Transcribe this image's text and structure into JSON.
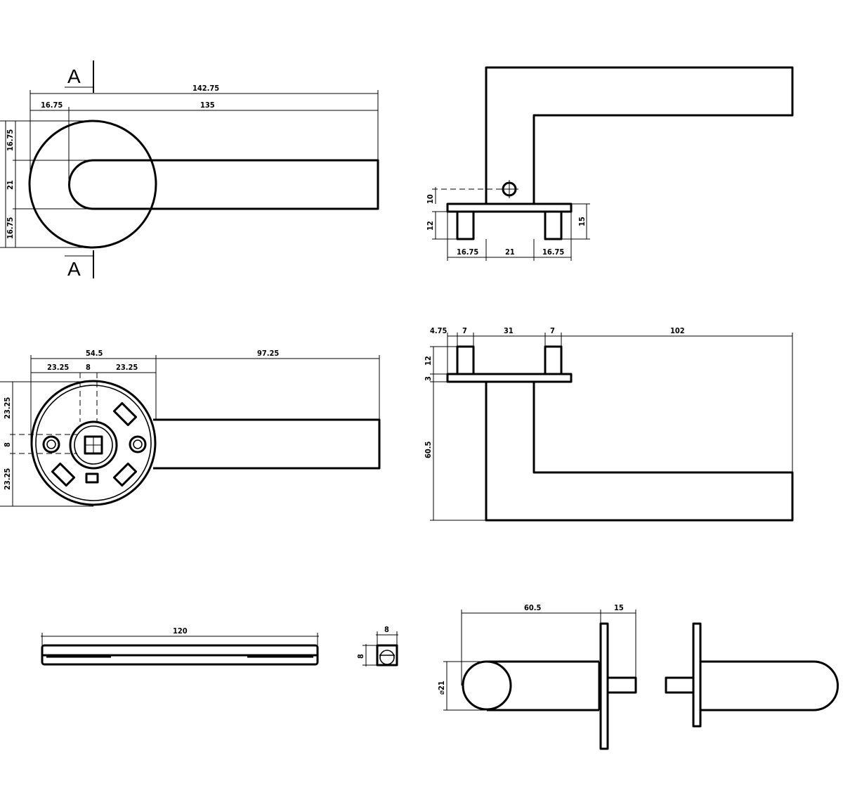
{
  "section_marker": "A",
  "front_view": {
    "overall": "142.75",
    "rose_offset": "16.75",
    "lever_length": "135",
    "v_top": "16.75",
    "v_mid": "21",
    "v_bottom": "16.75"
  },
  "side_view": {
    "hole_height": "10",
    "pin_height": "12",
    "pin_total": "15",
    "h_left": "16.75",
    "h_mid": "21",
    "h_right": "16.75"
  },
  "back_view": {
    "rose_width": "54.5",
    "lever_length": "97.25",
    "h_left": "23.25",
    "h_mid": "8",
    "h_right": "23.25",
    "v_top": "23.25",
    "v_mid": "8",
    "v_bottom": "23.25"
  },
  "top_view": {
    "d1": "4.75",
    "d2": "7",
    "d3": "31",
    "d4": "7",
    "d5": "102",
    "pin_height": "12",
    "plate": "3",
    "depth": "60.5"
  },
  "spindle": {
    "length": "120",
    "section_w": "8",
    "section_h": "8"
  },
  "end_view": {
    "depth": "60.5",
    "spindle": "15",
    "diameter": "⌀21"
  }
}
